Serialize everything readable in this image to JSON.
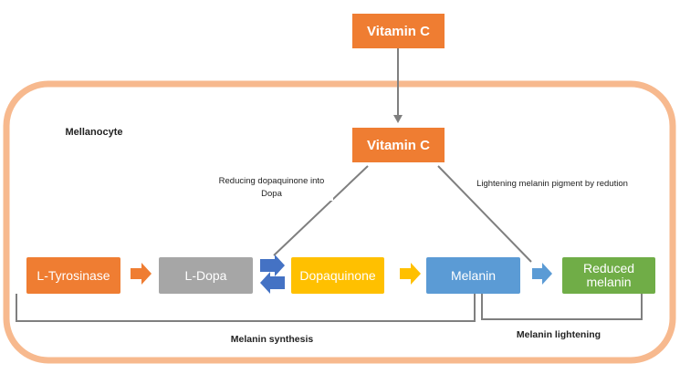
{
  "top_node": "Vitamin C",
  "cell": {
    "label": "Mellanocyte",
    "vitamin": "Vitamin C"
  },
  "notes": {
    "reducing": "Reducing dopaquinone into Dopa",
    "lightening": "Lightening melanin pigment by redution"
  },
  "pathway": [
    {
      "label": "L-Tyrosinase",
      "color": "#ef7d32"
    },
    {
      "label": "L-Dopa",
      "color": "#a6a6a6"
    },
    {
      "label": "Dopaquinone",
      "color": "#ffc000"
    },
    {
      "label": "Melanin",
      "color": "#5b9bd5"
    },
    {
      "label": "Reduced melanin",
      "color": "#70ad47"
    }
  ],
  "brackets": {
    "synthesis": "Melanin synthesis",
    "lightening": "Melanin lightening"
  },
  "colors": {
    "cell_border": "#f7b98e",
    "vitamin_box": "#ef7d32",
    "orange_arrow": "#ef7d32",
    "yellow_arrow": "#ffc000",
    "blue_arrow": "#5b9bd5",
    "exchange_arrows": "#4472c4"
  }
}
